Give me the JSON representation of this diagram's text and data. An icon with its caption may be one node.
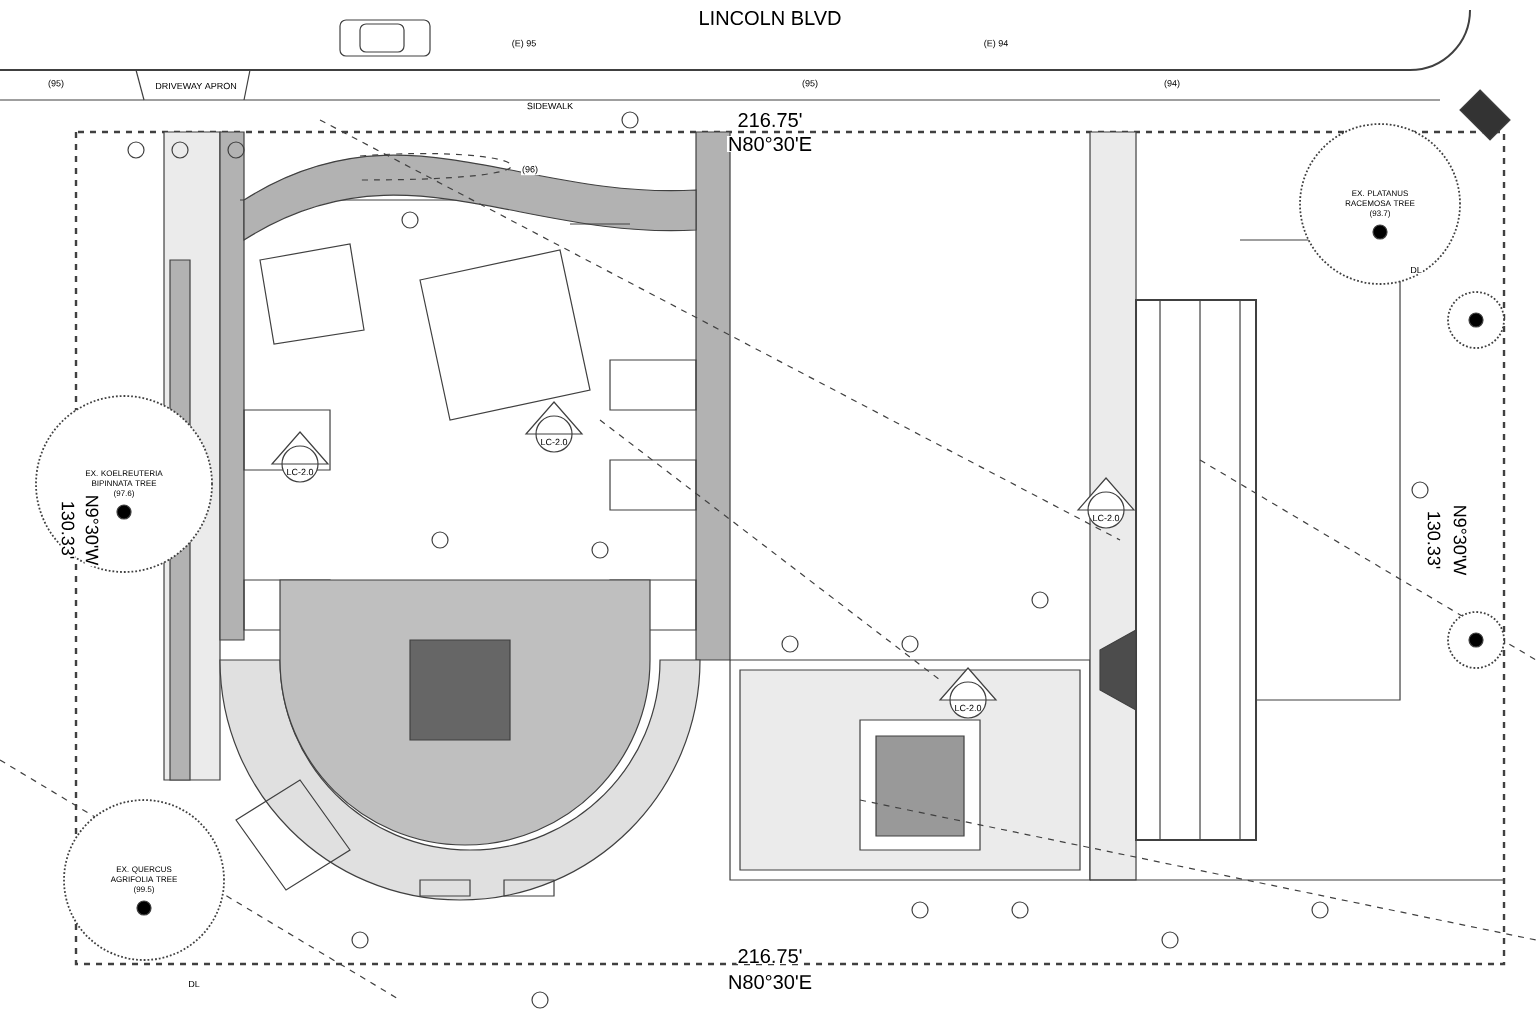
{
  "diagram": {
    "nodes": [
      {
        "text": [
          "EX. KOELREUTERIA BIPINNATA TREE",
          "(97.6)"
        ]
      },
      {
        "text": [
          "EX. QUERCUS AGRIFOLIA TREE",
          "(99.5)"
        ]
      },
      {
        "text": [
          "EX. PLATANUS RACEMOSA TREE",
          "(93.7)"
        ]
      },
      {
        "text": [],
        "shape": "circle"
      },
      {
        "text": [],
        "shape": "circle"
      }
    ],
    "labels": [
      "LINCOLN BLVD",
      "(E) 95",
      "(E) 94",
      "(95)",
      "DRIVEWAY APRON",
      "SIDEWALK",
      "(95)",
      "(94)",
      "216.75'",
      "N80°30'E",
      "(96)",
      "LC-2.0",
      "LC-2.0",
      "130.33'",
      "N9°30'W",
      "130.33'",
      "N9°30'W",
      "LC-2.0",
      "LC-2.0",
      "216.75'",
      "N80°30'E",
      "DL",
      "DL"
    ]
  }
}
